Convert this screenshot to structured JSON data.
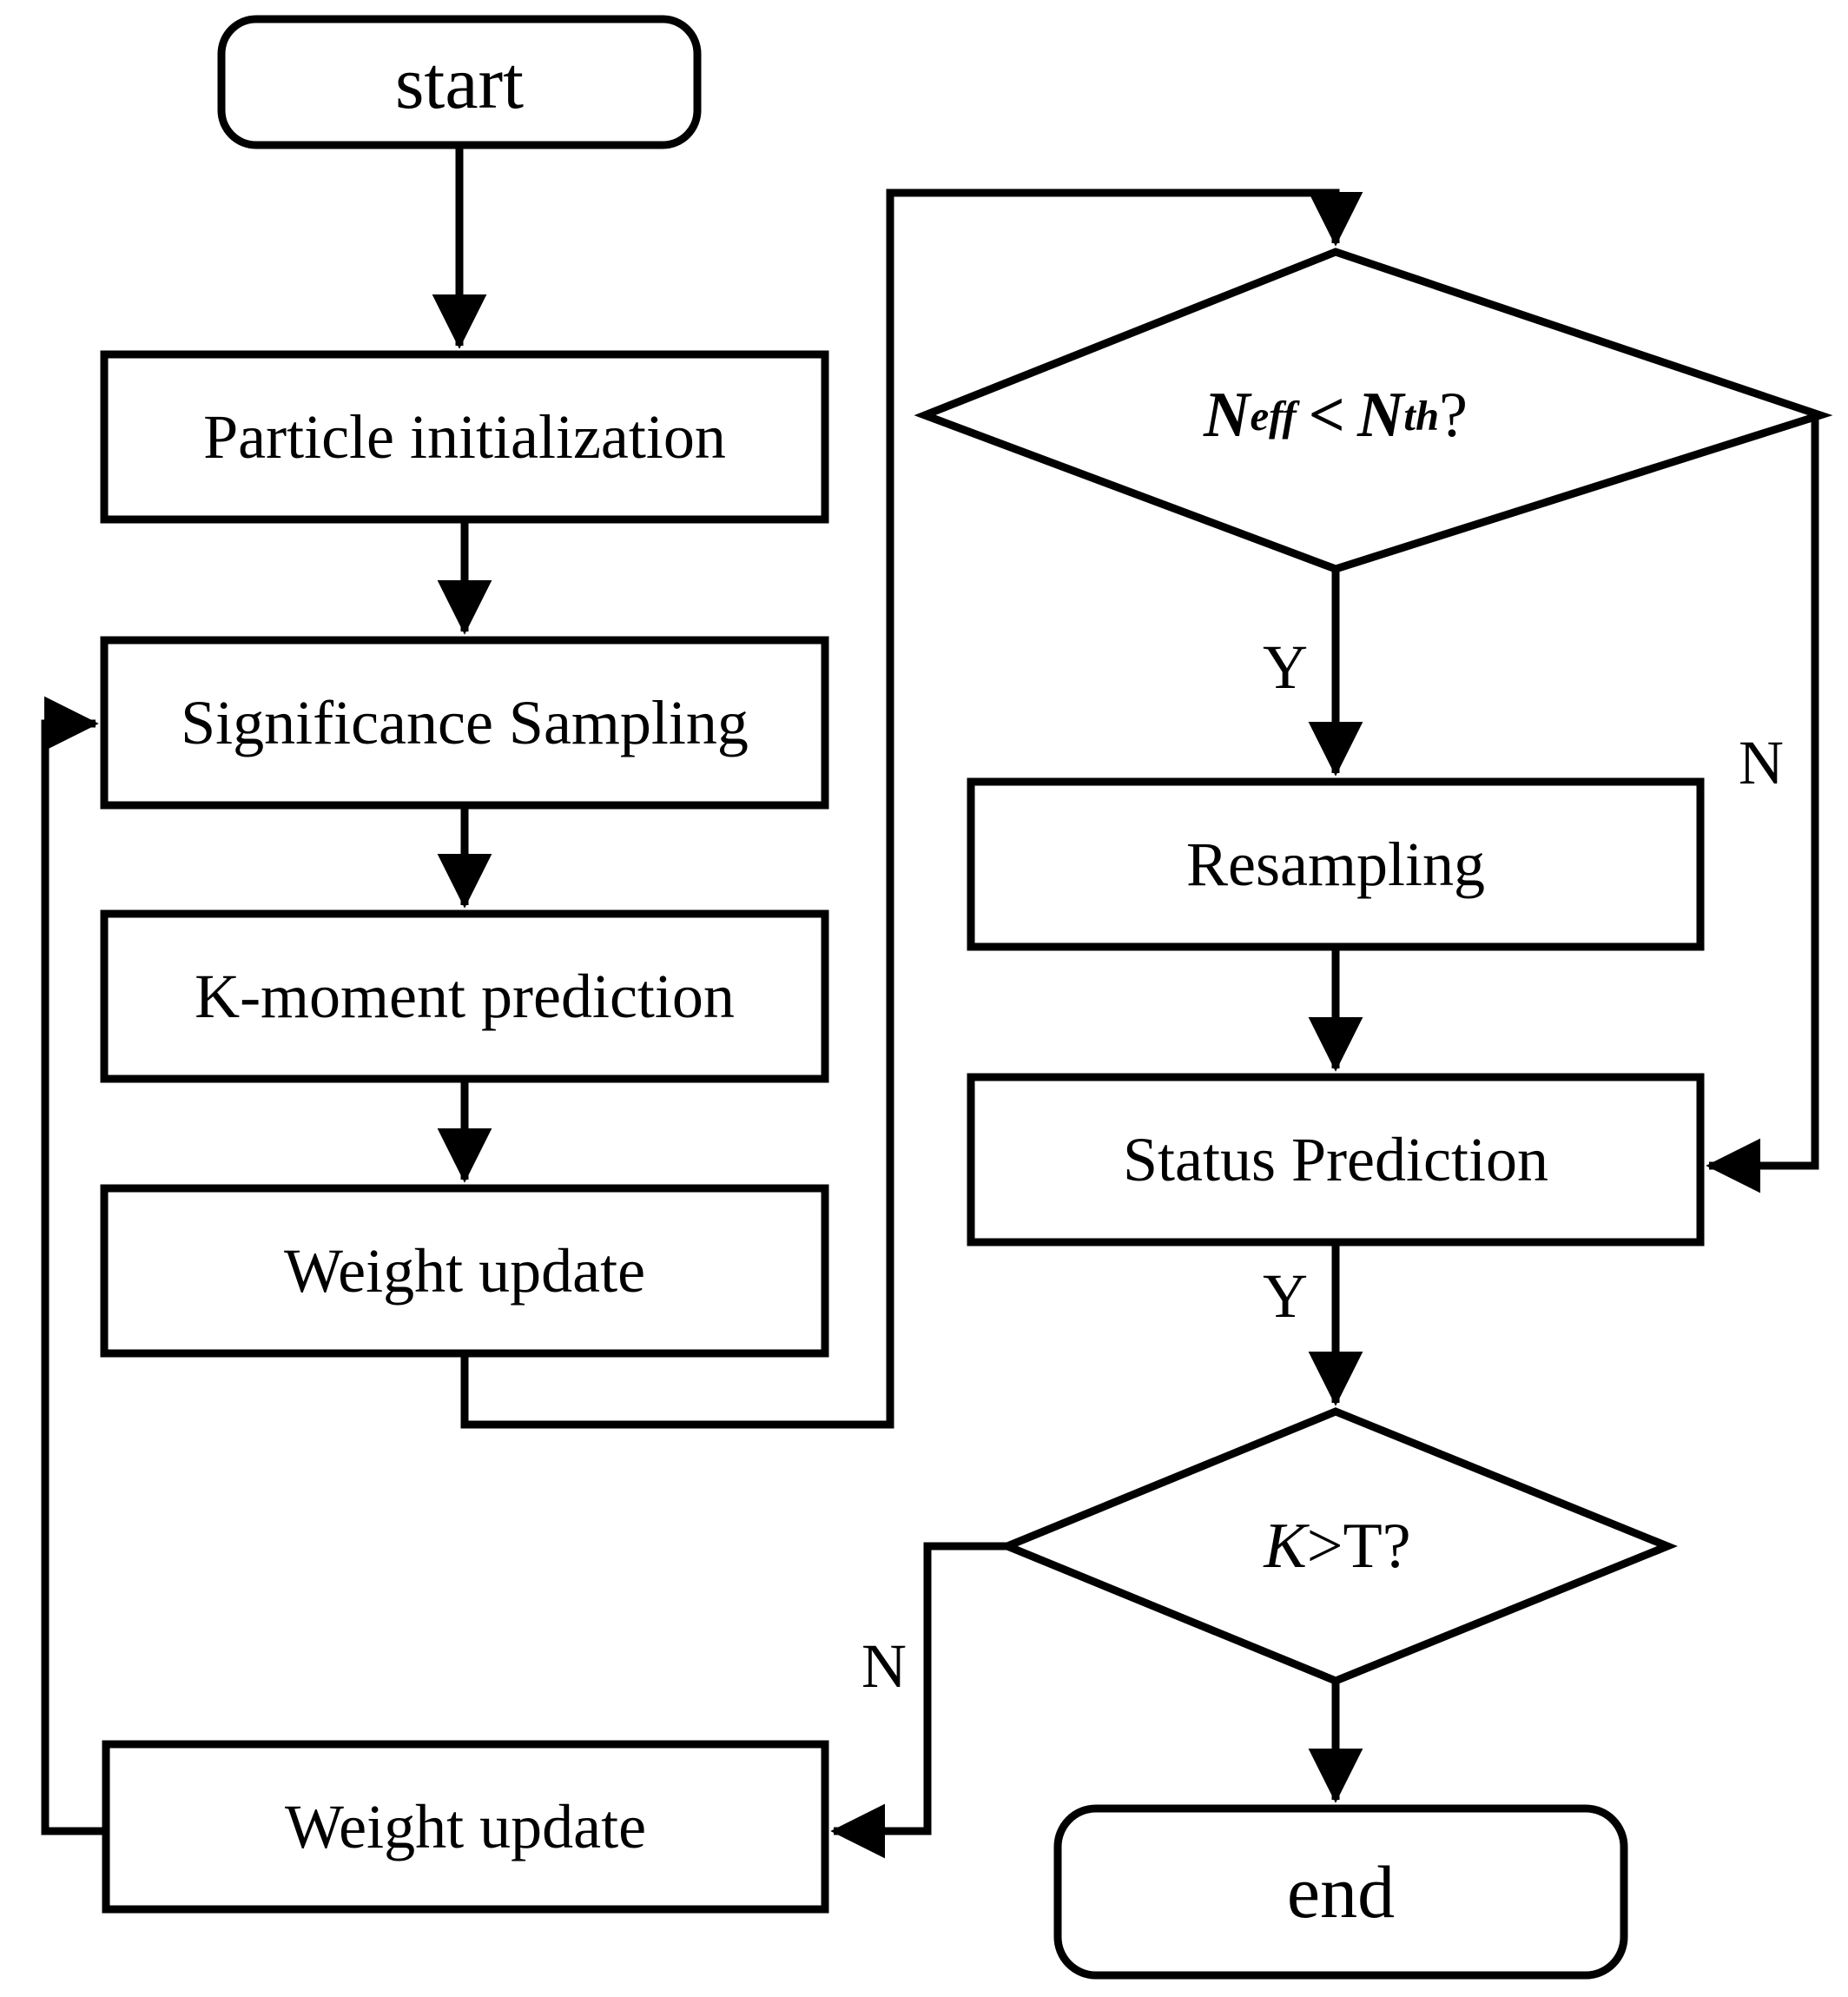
{
  "diagram": {
    "title": "Particle filter with K-moment prediction flowchart",
    "background_color": "#ffffff",
    "stroke_color": "#000000",
    "nodes": {
      "start": {
        "label": "start",
        "shape": "rounded-rectangle"
      },
      "particle_initialization": {
        "label": "Particle initialization",
        "shape": "rectangle"
      },
      "significance_sampling": {
        "label": "Significance Sampling",
        "shape": "rectangle"
      },
      "k_moment_prediction": {
        "label": "K-moment prediction",
        "shape": "rectangle"
      },
      "weight_update_top": {
        "label": "Weight update",
        "shape": "rectangle"
      },
      "neff_decision": {
        "label": "N_eff < N_th?",
        "shape": "diamond",
        "symbol_main_1": "N",
        "symbol_sub_1": "eff",
        "symbol_operator": "<",
        "symbol_main_2": "N",
        "symbol_sub_2": "th",
        "symbol_question": "?"
      },
      "resampling": {
        "label": "Resampling",
        "shape": "rectangle"
      },
      "status_prediction": {
        "label": "Status Prediction",
        "shape": "rectangle"
      },
      "kt_decision": {
        "label": "K>T?",
        "shape": "diamond",
        "symbol_k": "K",
        "symbol_rest": ">T?"
      },
      "weight_update_bottom": {
        "label": "Weight update",
        "shape": "rectangle"
      },
      "end": {
        "label": "end",
        "shape": "rounded-rectangle"
      }
    },
    "edge_labels": {
      "neff_yes": "Y",
      "neff_no": "N",
      "status_yes": "Y",
      "kt_no": "N"
    }
  }
}
